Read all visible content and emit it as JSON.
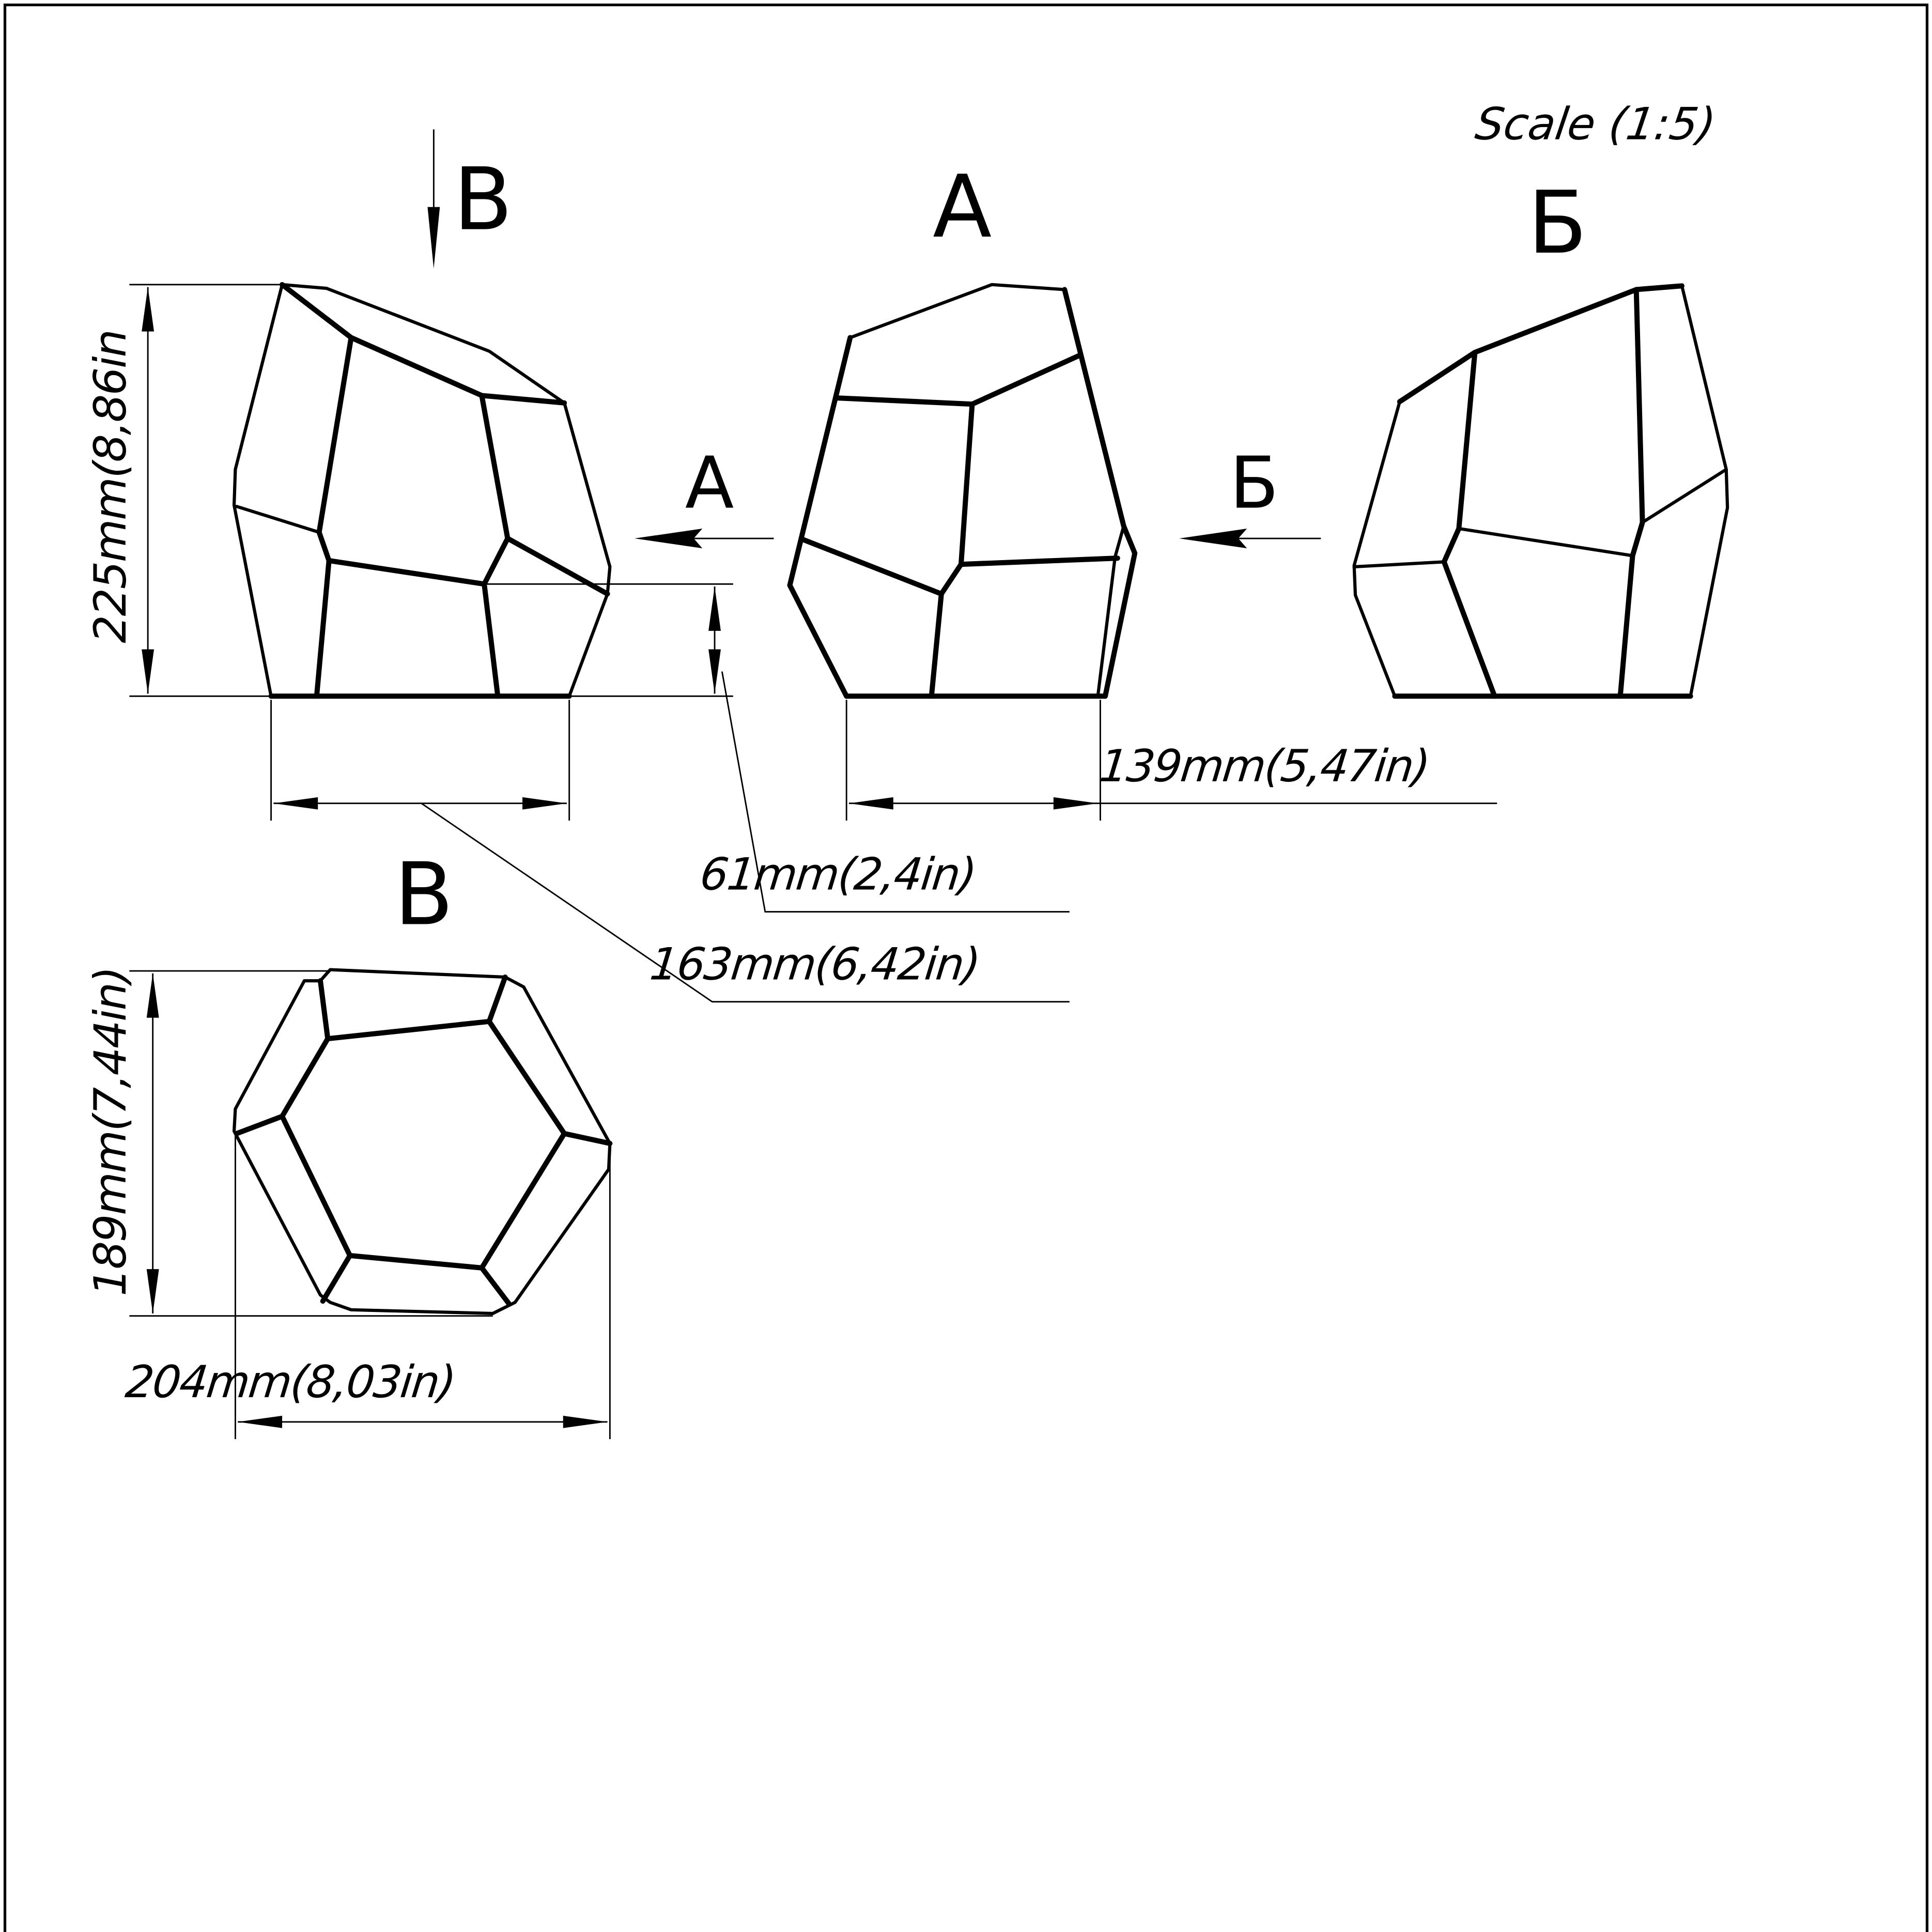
{
  "drawing": {
    "scale_label": "Scale (1:5)",
    "view_labels": {
      "top_arrow_B": "B",
      "view_A": "A",
      "view_B_cyr": "Б",
      "arrow_A": "A",
      "arrow_B_cyr": "Б",
      "view_V": "B"
    },
    "dimensions": {
      "height": "225mm(8,86in",
      "width_front": "163mm(6,42in)",
      "depth_step": "61mm(2,4in)",
      "width_side": "139mm(5,47in)",
      "depth_plan": "189mm(7,44in)",
      "width_plan": "204mm(8,03in)"
    },
    "colors": {
      "line": "#000000",
      "background": "#ffffff"
    }
  }
}
